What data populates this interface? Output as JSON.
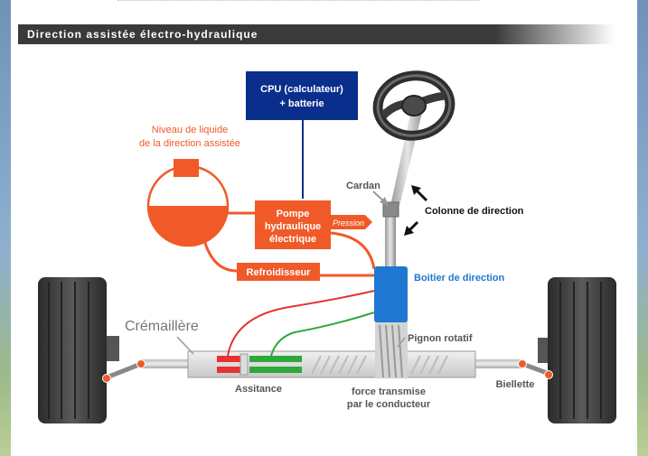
{
  "header": {
    "title": "Direction assistée électro-hydraulique"
  },
  "labels": {
    "cpu_line1": "CPU (calculateur)",
    "cpu_line2": "+ batterie",
    "niveau_line1": "Niveau de liquide",
    "niveau_line2": "de la direction assistée",
    "pompe_line1": "Pompe",
    "pompe_line2": "hydraulique",
    "pompe_line3": "électrique",
    "pression": "Pression",
    "refroidisseur": "Refroidisseur",
    "cardan": "Cardan",
    "colonne": "Colonne de direction",
    "boitier": "Boitier de direction",
    "cremaillere": "Crémaillère",
    "pignon": "Pignon rotatif",
    "assitance": "Assitance",
    "force_line1": "force transmise",
    "force_line2": "par le conducteur",
    "biellette": "Biellette"
  },
  "colors": {
    "orange": "#f05a28",
    "navy": "#0a2e8c",
    "blue": "#1e78d2",
    "red": "#e63232",
    "green": "#2ea83a",
    "tire": "#3a3a3a"
  }
}
